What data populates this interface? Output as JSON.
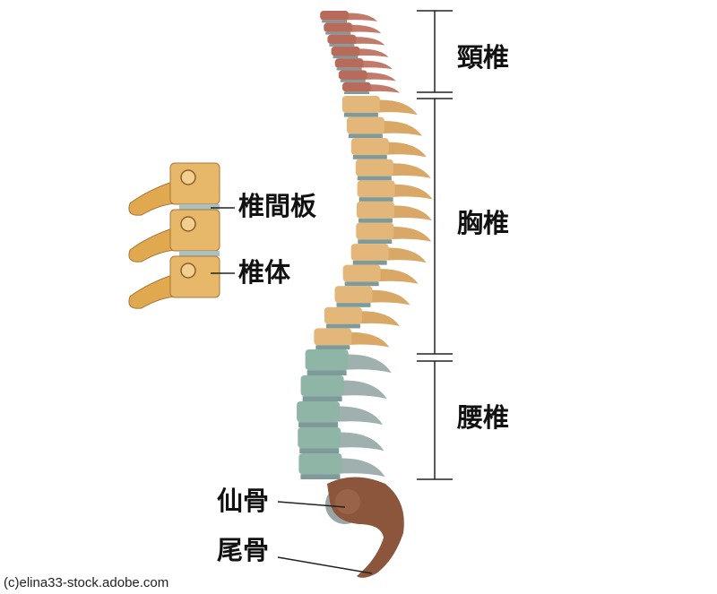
{
  "regions": {
    "cervical": "頸椎",
    "thoracic": "胸椎",
    "lumbar": "腰椎",
    "sacrum": "仙骨",
    "coccyx": "尾骨"
  },
  "inset": {
    "disc": "椎間板",
    "body": "椎体"
  },
  "counts": {
    "cervical": 7,
    "thoracic": 12,
    "lumbar": 5
  },
  "colors": {
    "cervical": "#b86b5b",
    "thoracic": "#e3b67a",
    "lumbar": "#8fb5a6",
    "disc": "#7e9a9a",
    "sacrum": "#8b563b"
  },
  "credit": "(c)elina33-stock.adobe.com"
}
